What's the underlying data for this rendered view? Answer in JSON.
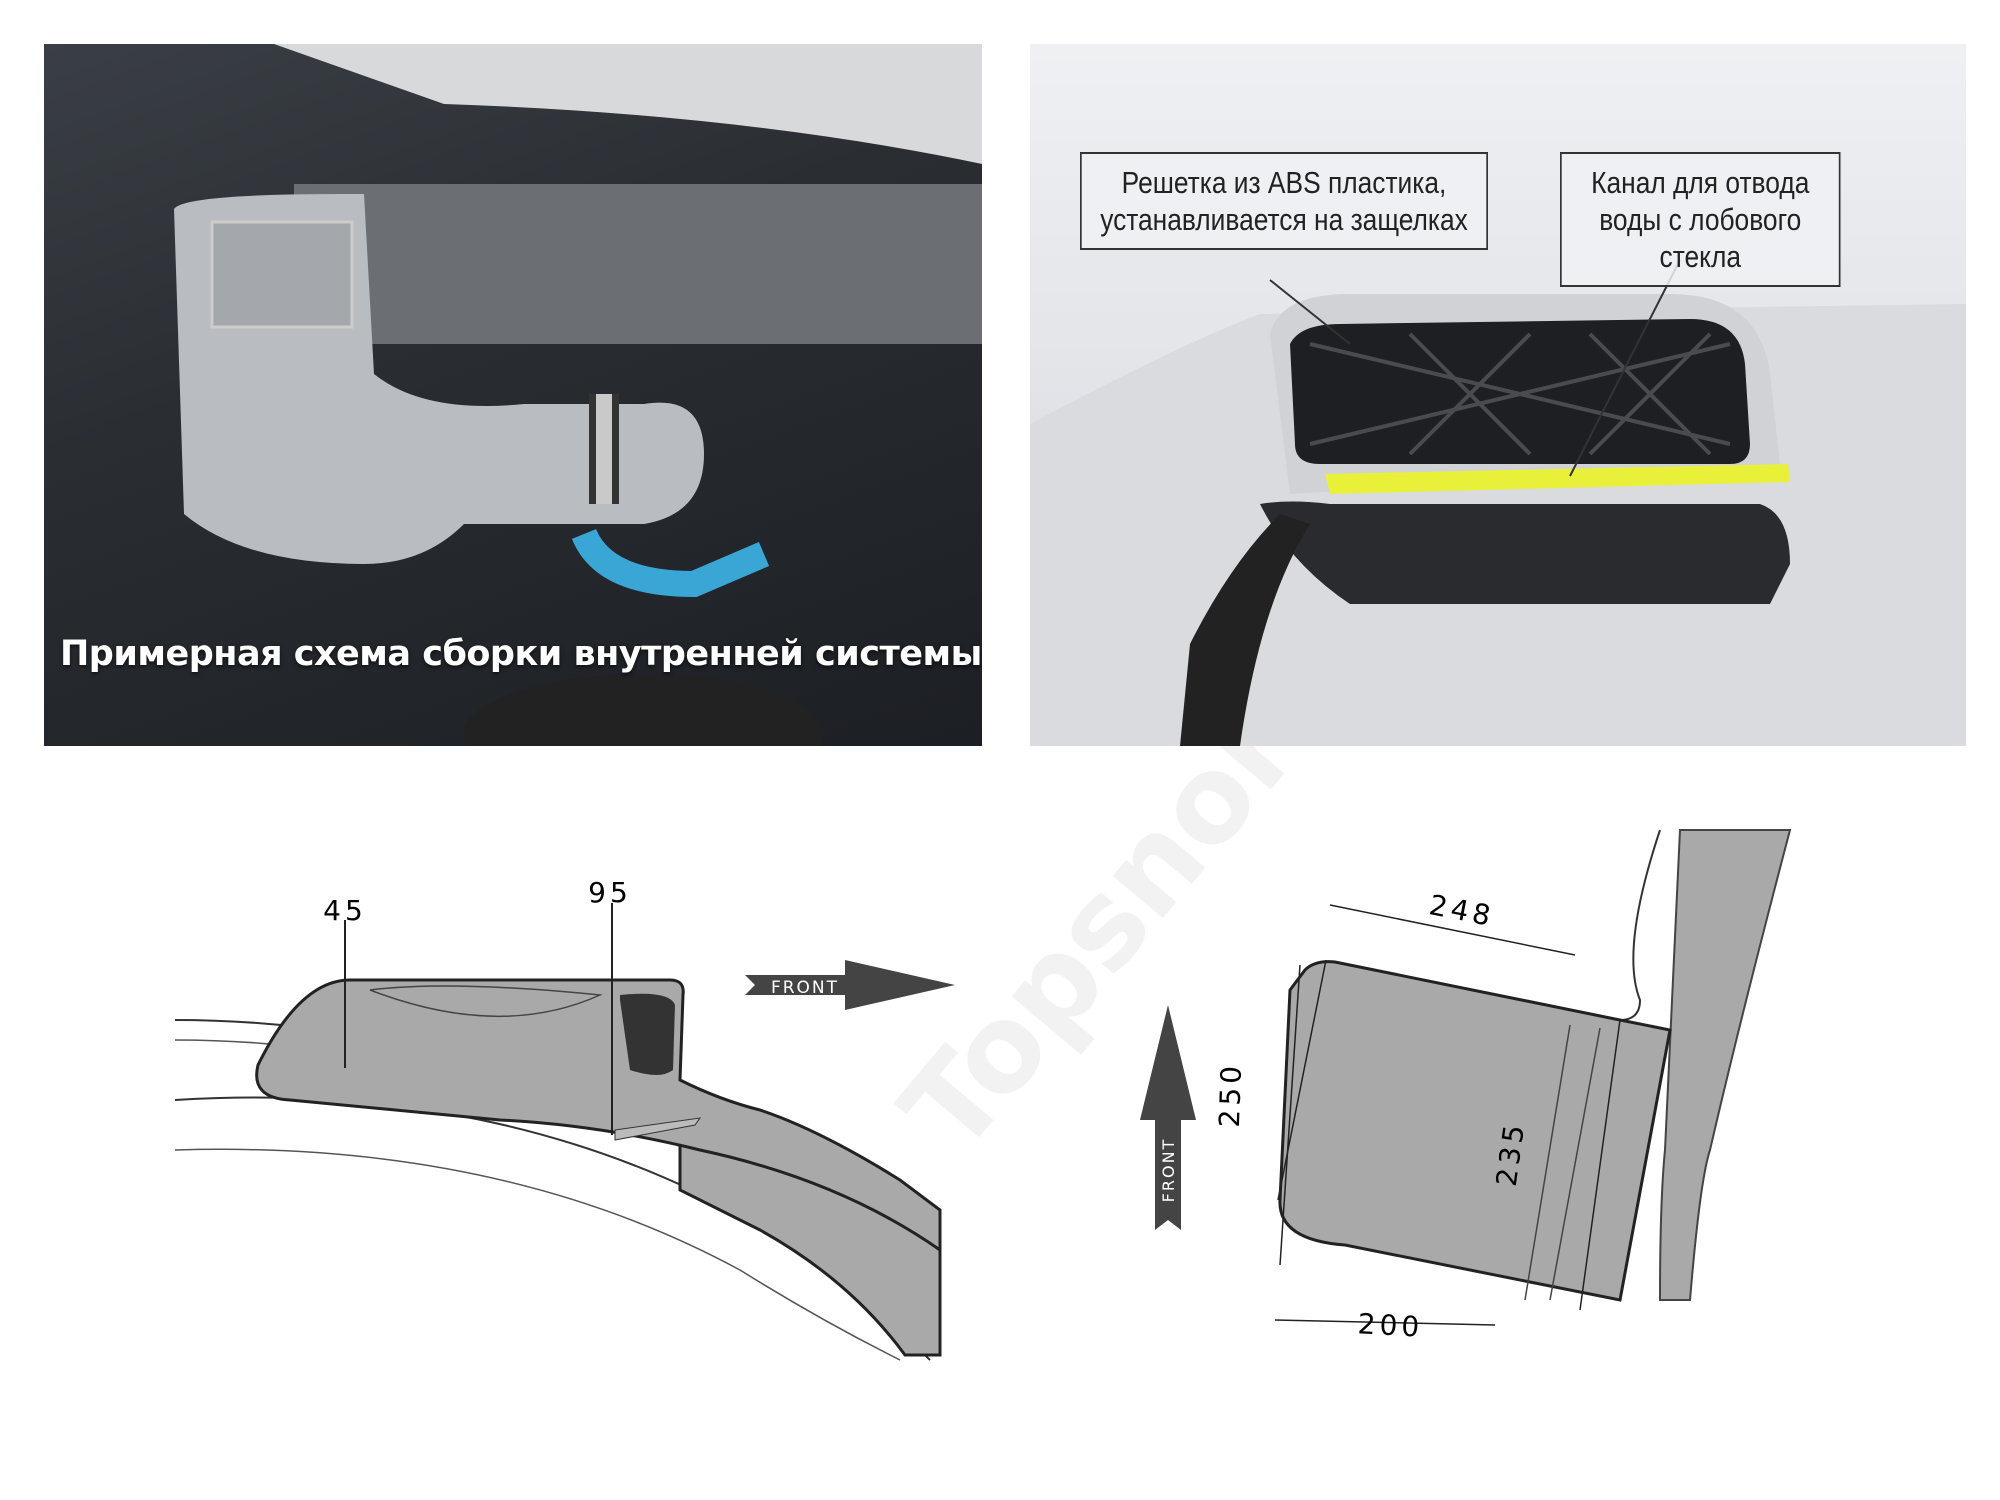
{
  "photo_left": {
    "caption": "Примерная схема сборки внутренней системы"
  },
  "photo_right": {
    "callout_grille": "Решетка из ABS пластика, устанавливается на защелках",
    "callout_channel": "Канал для отвода воды с лобового стекла",
    "accent_color": "#e8f03a"
  },
  "diagram_side": {
    "dim_a": "45",
    "dim_b": "95",
    "front_label": "FRONT"
  },
  "diagram_top": {
    "dim_width_top": "248",
    "dim_height_left": "250",
    "dim_height_right": "235",
    "dim_width_bottom": "200",
    "front_label": "FRONT"
  },
  "watermark": "Topsnorkel.ru"
}
